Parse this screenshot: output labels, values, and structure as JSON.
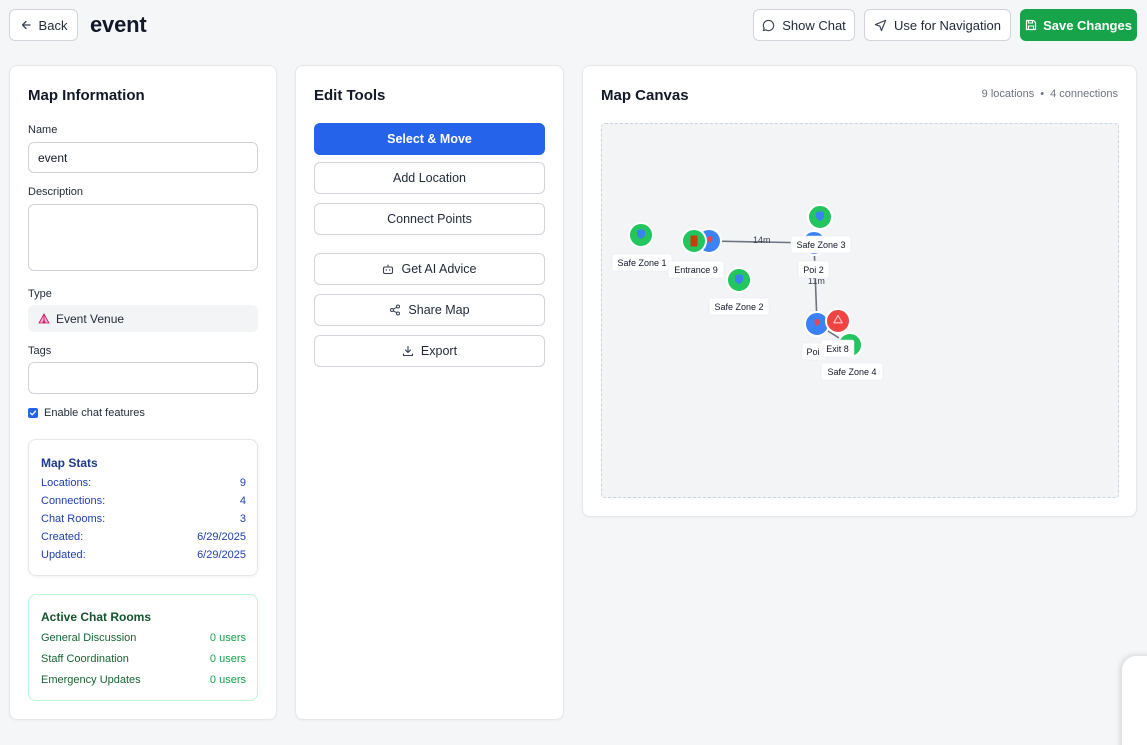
{
  "header": {
    "back_label": "Back",
    "title": "event",
    "show_chat_label": "Show Chat",
    "navigation_label": "Use for Navigation",
    "save_label": "Save Changes"
  },
  "map_info": {
    "title": "Map Information",
    "name_label": "Name",
    "name_value": "event",
    "description_label": "Description",
    "description_value": "",
    "type_label": "Type",
    "type_value": "Event Venue",
    "tags_label": "Tags",
    "tags_value": "",
    "chat_checkbox_label": "Enable chat features",
    "chat_enabled": true
  },
  "stats": {
    "title": "Map Stats",
    "rows": [
      {
        "label": "Locations:",
        "value": "9"
      },
      {
        "label": "Connections:",
        "value": "4"
      },
      {
        "label": "Chat Rooms:",
        "value": "3"
      },
      {
        "label": "Created:",
        "value": "6/29/2025"
      },
      {
        "label": "Updated:",
        "value": "6/29/2025"
      }
    ]
  },
  "chat_rooms": {
    "title": "Active Chat Rooms",
    "rooms": [
      {
        "name": "General Discussion",
        "users": "0 users"
      },
      {
        "name": "Staff Coordination",
        "users": "0 users"
      },
      {
        "name": "Emergency Updates",
        "users": "0 users"
      }
    ]
  },
  "tools": {
    "title": "Edit Tools",
    "select_move": "Select & Move",
    "add_location": "Add Location",
    "connect_points": "Connect Points",
    "ai_advice": "Get AI Advice",
    "share_map": "Share Map",
    "export": "Export"
  },
  "canvas": {
    "title": "Map Canvas",
    "locations_count": "9 locations",
    "separator": "•",
    "connections_count": "4 connections",
    "distance_labels": [
      "14m",
      "11m"
    ],
    "locations": [
      {
        "label": "Safe Zone 1",
        "kind": "safe-zone",
        "color": "#22c55e"
      },
      {
        "label": "Entrance 9",
        "kind": "entrance",
        "color": "#22c55e"
      },
      {
        "label": "Safe Zone 2",
        "kind": "safe-zone",
        "color": "#22c55e"
      },
      {
        "label": "Safe Zone 3",
        "kind": "safe-zone",
        "color": "#22c55e"
      },
      {
        "label": "Poi 2",
        "kind": "poi",
        "color": "#3b82f6"
      },
      {
        "label": "Poi",
        "kind": "poi",
        "color": "#3b82f6"
      },
      {
        "label": "Exit 8",
        "kind": "exit",
        "color": "#ef4444"
      },
      {
        "label": "Safe Zone 4",
        "kind": "safe-zone",
        "color": "#22c55e"
      }
    ]
  },
  "colors": {
    "primary": "#2563eb",
    "success": "#16a34a",
    "safe_zone": "#22c55e",
    "poi": "#3b82f6",
    "exit": "#ef4444"
  }
}
